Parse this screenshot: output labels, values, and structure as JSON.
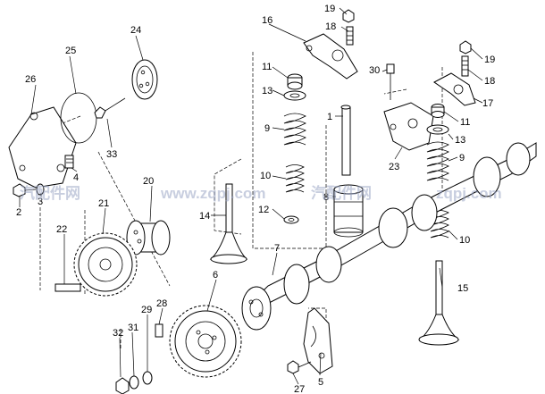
{
  "watermark": {
    "left": "汽配件网",
    "center": "www.zqpj.com",
    "right_cn": "汽配件网",
    "right_url": "zqpj.com"
  },
  "callouts": [
    {
      "id": "c1",
      "text": "1"
    },
    {
      "id": "c2",
      "text": "2"
    },
    {
      "id": "c3",
      "text": "3"
    },
    {
      "id": "c4",
      "text": "4"
    },
    {
      "id": "c5",
      "text": "5"
    },
    {
      "id": "c6",
      "text": "6"
    },
    {
      "id": "c7",
      "text": "7"
    },
    {
      "id": "c8",
      "text": "8"
    },
    {
      "id": "c9a",
      "text": "9"
    },
    {
      "id": "c9b",
      "text": "9"
    },
    {
      "id": "c10a",
      "text": "10"
    },
    {
      "id": "c10b",
      "text": "10"
    },
    {
      "id": "c11a",
      "text": "11"
    },
    {
      "id": "c11b",
      "text": "11"
    },
    {
      "id": "c12",
      "text": "12"
    },
    {
      "id": "c13a",
      "text": "13"
    },
    {
      "id": "c13b",
      "text": "13"
    },
    {
      "id": "c14",
      "text": "14"
    },
    {
      "id": "c15",
      "text": "15"
    },
    {
      "id": "c16",
      "text": "16"
    },
    {
      "id": "c17",
      "text": "17"
    },
    {
      "id": "c18a",
      "text": "18"
    },
    {
      "id": "c18b",
      "text": "18"
    },
    {
      "id": "c19a",
      "text": "19"
    },
    {
      "id": "c19b",
      "text": "19"
    },
    {
      "id": "c20",
      "text": "20"
    },
    {
      "id": "c21",
      "text": "21"
    },
    {
      "id": "c22",
      "text": "22"
    },
    {
      "id": "c23",
      "text": "23"
    },
    {
      "id": "c24",
      "text": "24"
    },
    {
      "id": "c25",
      "text": "25"
    },
    {
      "id": "c26",
      "text": "26"
    },
    {
      "id": "c27",
      "text": "27"
    },
    {
      "id": "c28",
      "text": "28"
    },
    {
      "id": "c29",
      "text": "29"
    },
    {
      "id": "c30",
      "text": "30"
    },
    {
      "id": "c31",
      "text": "31"
    },
    {
      "id": "c32",
      "text": "32"
    },
    {
      "id": "c33",
      "text": "33"
    }
  ]
}
